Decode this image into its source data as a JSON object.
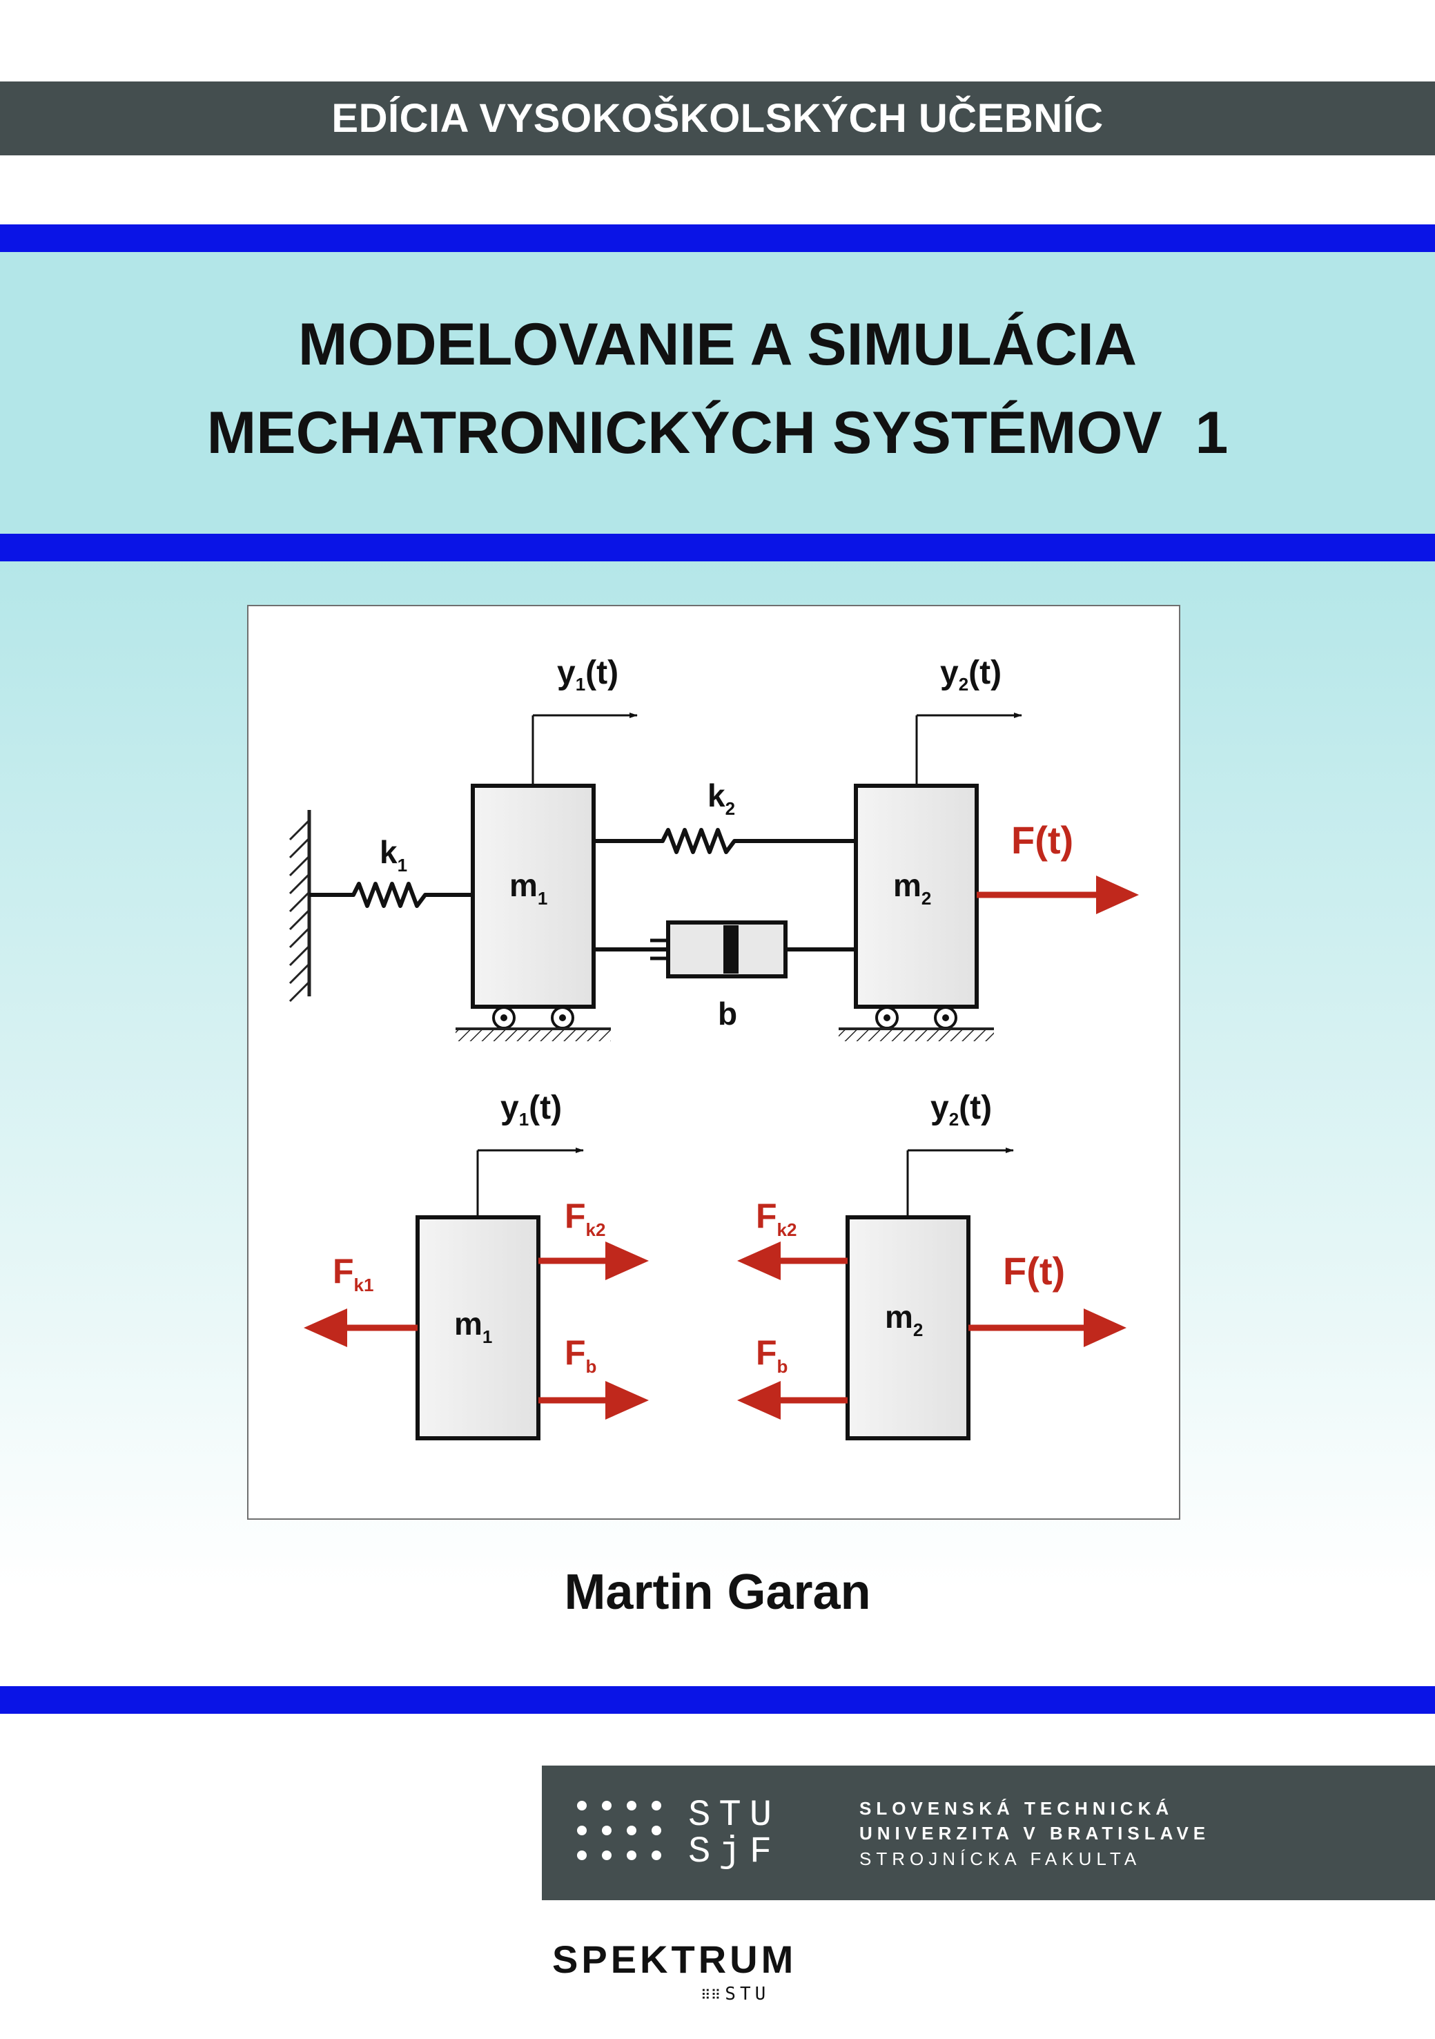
{
  "series": "EDÍCIA VYSOKOŠKOLSKÝCH UČEBNÍC",
  "title": {
    "line1": "MODELOVANIE A SIMULÁCIA",
    "line2": "MECHATRONICKÝCH SYSTÉMOV  1"
  },
  "figure": {
    "y1_main": "y",
    "y1_sub": "1",
    "y2_main": "y",
    "y2_sub": "2",
    "t_suffix": "(t)",
    "k1_main": "k",
    "k1_sub": "1",
    "k2_main": "k",
    "k2_sub": "2",
    "m1_main": "m",
    "m1_sub": "1",
    "m2_main": "m",
    "m2_sub": "2",
    "damper": "b",
    "force": "F(t)",
    "fk1_main": "F",
    "fk1_sub": "k1",
    "fk2_main": "F",
    "fk2_sub": "k2",
    "fb_main": "F",
    "fb_sub": "b"
  },
  "author": "Martin Garan",
  "institution": {
    "abbr1": "STU",
    "abbr2": "SjF",
    "line1": "SLOVENSKÁ TECHNICKÁ",
    "line2": "UNIVERZITA V BRATISLAVE",
    "line3": "STROJNÍCKA FAKULTA"
  },
  "publisher": {
    "name": "SPEKTRUM",
    "sub": "STU"
  },
  "colors": {
    "series_bar": "#444e4f",
    "stripe": "#0a14e6",
    "band": "#b3e6e8",
    "force_arrow": "#c0281c"
  }
}
